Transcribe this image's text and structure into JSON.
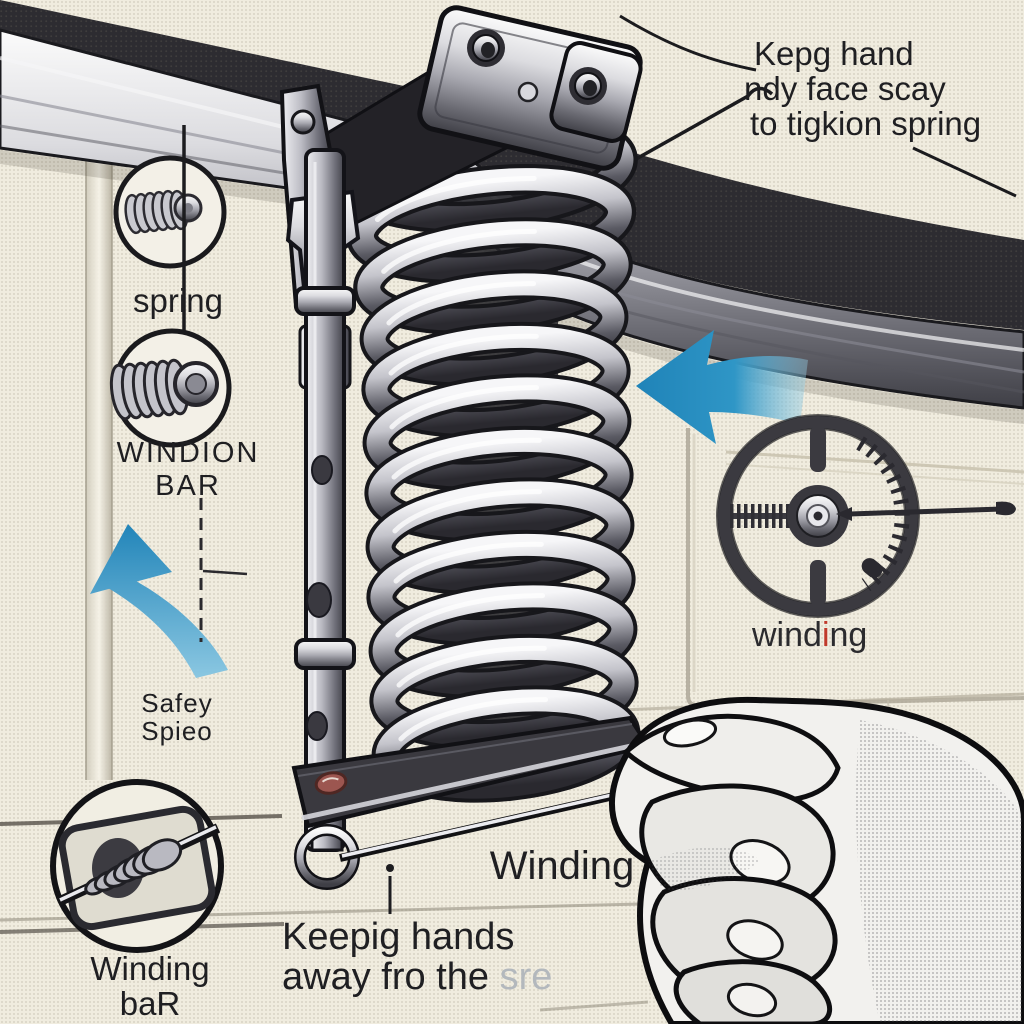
{
  "labels": {
    "top_right_note": {
      "line1": "Kepg hand",
      "line2": "ndy face scay",
      "line3": "to tigkion spring"
    },
    "inset_spring_label": "spring",
    "inset_winding_bar": {
      "line1": "WINDION",
      "line2": "BAR"
    },
    "safety_note": {
      "line1": "Safey",
      "line2": "Spieo"
    },
    "dial_label": {
      "pre": "wind",
      "accent": "i",
      "post": "ng"
    },
    "center_label": "Winding",
    "inset_bottom": {
      "line1": "Winding",
      "line2": "baR"
    },
    "warning": {
      "line1": "Keepig hands",
      "line2_main": "away fro the ",
      "line2_faded": "sre"
    }
  },
  "colors": {
    "background": "#f0ecdf",
    "ink": "#1f1f22",
    "accent_blue": "#1f86ba",
    "accent_red": "#c0392b",
    "faded_text": "#b3b8bd",
    "metal_dark": "#2d2c31",
    "metal_light": "#dcdce0"
  },
  "icons": {
    "inset_top": "spring-closeup-icon",
    "inset_mid": "winding-bar-coil-icon",
    "inset_bottom": "winding-bar-inserted-icon",
    "dial": "winding-cone-dial-icon",
    "arrow_right_area": "blue-arrow-left-icon",
    "arrow_left_area": "blue-curved-arrow-up-icon"
  }
}
